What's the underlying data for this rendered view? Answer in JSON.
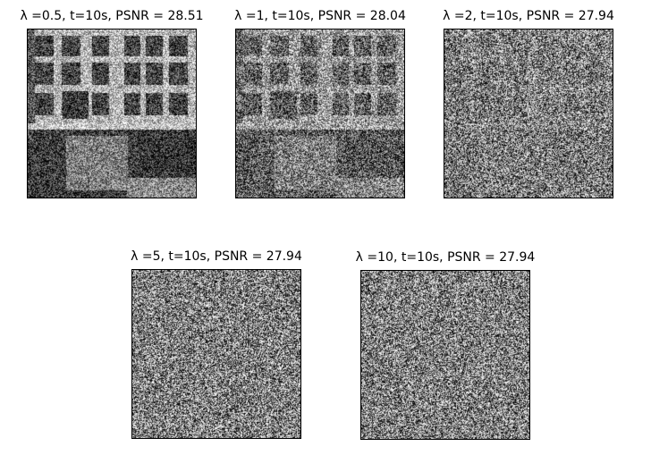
{
  "figure": {
    "panels": [
      {
        "title": "λ =0.5, t=10s, PSNR = 28.51",
        "image": "noisy grayscale photo of office with windows, desk and monitor; scene clearly visible",
        "scene_visibility": 0.75
      },
      {
        "title": "λ =1, t=10s, PSNR = 28.04",
        "image": "noisy grayscale photo of office with windows and desk; scene faintly visible",
        "scene_visibility": 0.4
      },
      {
        "title": "λ =2, t=10s, PSNR = 27.94",
        "image": "almost pure grayscale noise with very faint scene",
        "scene_visibility": 0.1
      },
      {
        "title": "λ =5, t=10s, PSNR = 27.94",
        "image": "pure grayscale noise",
        "scene_visibility": 0.0
      },
      {
        "title": "λ =10, t=10s, PSNR = 27.94",
        "image": "pure grayscale noise",
        "scene_visibility": 0.0
      }
    ]
  }
}
